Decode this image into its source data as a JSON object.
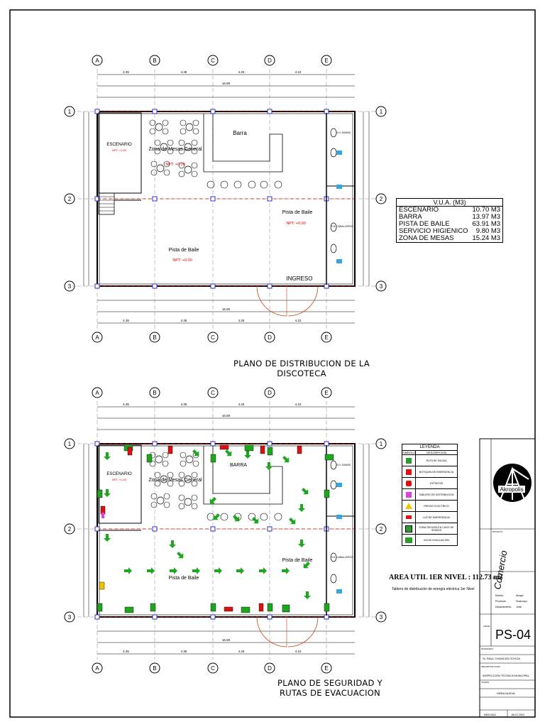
{
  "sheet": {
    "company": "Akropolis",
    "category": "Comercio",
    "plate_code": "PS-04",
    "owner_label": "PROPIETARIO:",
    "owner": "Sr. RAUL CHANCAS OCHOA",
    "plan_desc_label": "DESCRIPCION PLANO:",
    "plan_desc": "INSPECCION TECNICA MUNICIPAL",
    "procedure_label": "TRAMITE:",
    "procedure": "OBRA NUEVA",
    "scale": "INDICADA",
    "date": "JULIO 2024",
    "project_label": "PROYECTO:",
    "location_label": "UBICACION:",
    "plate_label": "LAMINA:",
    "district_label": "Distrito:",
    "district": "Sicaya",
    "province_label": "Provincia:",
    "province": "Huancayo",
    "department_label": "Departamento:",
    "department": "Junin"
  },
  "plan1": {
    "title": "PLANO DE DISTRIBUCION DE LA DISCOTECA",
    "col_axes": [
      "A",
      "B",
      "C",
      "D",
      "E"
    ],
    "row_axes": [
      "1",
      "2",
      "3"
    ],
    "top_dims": [
      "4.35",
      "4.35",
      "4.25",
      "4.10"
    ],
    "total_dim": "16.80",
    "rooms": {
      "stage": "ESCENARIO",
      "stage_level": "NPT: +1.50",
      "tables": "Zona de Mesas General",
      "tables_level": "NPT: +0.00",
      "bar": "Barra",
      "dance_upper": "Pista de Baile",
      "dance_lower": "Pista de Baile",
      "dance_level": "NPT: +0.00",
      "women": "S.H. DAMAS",
      "men": "S.H. CABALLEROS",
      "entrance": "INGRESO"
    }
  },
  "plan2": {
    "title_line1": "PLANO DE SEGURIDAD  Y",
    "title_line2": "RUTAS DE EVACUACION",
    "rooms": {
      "stage": "ESCENARIO",
      "stage_level": "NPT: +1.50",
      "tables": "Zona de Mesas General",
      "bar": "BARRA",
      "dance_right": "Pista de Baile",
      "dance_center": "Pista de Baile",
      "women": "S.H. DAMAS",
      "men": "S.H. CABALLEROS"
    }
  },
  "vua": {
    "title": "V.U.A. (M3)",
    "rows": [
      {
        "name": "ESCENARIO",
        "value": "10.70 M3"
      },
      {
        "name": "BARRA",
        "value": "13.97 M3"
      },
      {
        "name": "PISTA DE BAILE",
        "value": "63.91 M3"
      },
      {
        "name": "SERVICIO HIGIENICO",
        "value": "9.80 M3"
      },
      {
        "name": "ZONA DE MESAS",
        "value": "15.24 M3"
      }
    ]
  },
  "legend": {
    "title": "LEYENDA",
    "col_symbol": "SIMBOLO",
    "col_desc": "DESCRIPCION",
    "items": [
      {
        "label": "RUTA DE SALIDA",
        "color": "#2a9d2a"
      },
      {
        "label": "BOTIQUIN DE EMERGENCIA",
        "color": "#d11"
      },
      {
        "label": "EXTINTOR",
        "color": "#d11"
      },
      {
        "label": "TABLERO DE DISTRIBUCION",
        "color": "#e040e0"
      },
      {
        "label": "RIESGO ELECTRICO",
        "color": "#f2c200"
      },
      {
        "label": "LUZ DE EMERGENCIA",
        "color": "#d11"
      },
      {
        "label": "ZONA SEGURA EN CASO DE SISMOS",
        "color": "#2a9d2a"
      },
      {
        "label": "VIA DE EVACUACION",
        "color": "#2a9d2a"
      }
    ]
  },
  "area": {
    "label": "AREA UTIL 1ER NIVEL : 112.73 m2",
    "tablero": "Tablero de distribución de energía eléctrica 1er Nivel"
  }
}
